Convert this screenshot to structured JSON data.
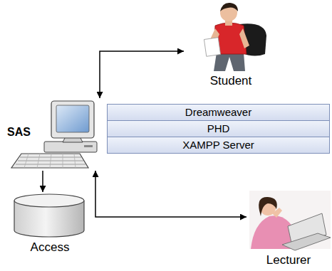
{
  "diagram": {
    "nodes": [
      {
        "text": [
          "Student"
        ]
      },
      {
        "text": [
          "SAS"
        ]
      },
      {
        "text": [
          "Dreamweaver"
        ]
      },
      {
        "text": [
          "PHD"
        ]
      },
      {
        "text": [
          "XAMPP Server"
        ]
      },
      {
        "text": [
          "Access"
        ]
      },
      {
        "text": [
          "Lecturer"
        ]
      }
    ],
    "edges": [
      {
        "from": 1,
        "to": 0,
        "arrow": "both"
      },
      {
        "from": 1,
        "to": 5,
        "arrow": "to"
      },
      {
        "from": 1,
        "to": 6,
        "arrow": "both"
      }
    ]
  }
}
